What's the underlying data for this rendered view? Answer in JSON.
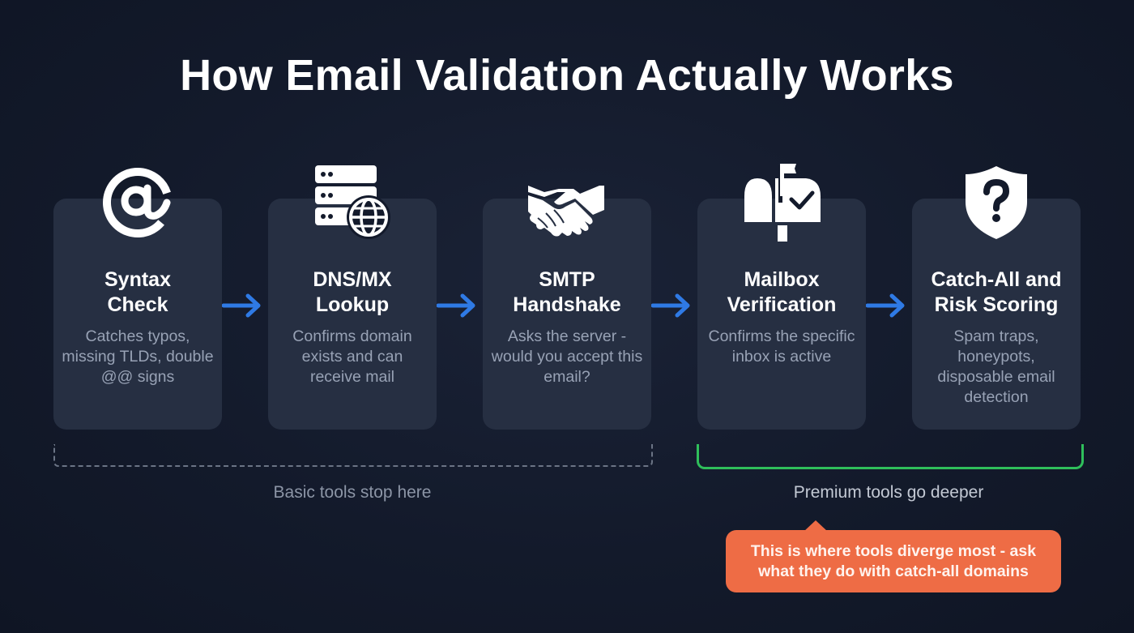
{
  "title": "How Email Validation Actually Works",
  "steps": [
    {
      "icon": "at-sign-icon",
      "title_line1": "Syntax",
      "title_line2": "Check",
      "desc": "Catches typos, missing TLDs, double @@ signs"
    },
    {
      "icon": "server-globe-icon",
      "title_line1": "DNS/MX",
      "title_line2": "Lookup",
      "desc": "Confirms domain exists and can receive mail"
    },
    {
      "icon": "handshake-icon",
      "title_line1": "SMTP",
      "title_line2": "Handshake",
      "desc": "Asks the server - would you accept this email?"
    },
    {
      "icon": "mailbox-check-icon",
      "title_line1": "Mailbox",
      "title_line2": "Verification",
      "desc": "Confirms the specific inbox is active"
    },
    {
      "icon": "shield-question-icon",
      "title_line1": "Catch-All and",
      "title_line2": "Risk Scoring",
      "desc": "Spam traps, honeypots, disposable email detection"
    }
  ],
  "groups": {
    "basic": {
      "label": "Basic tools stop here",
      "color": "#6b7485"
    },
    "premium": {
      "label": "Premium tools go deeper",
      "color": "#2fbf5b"
    }
  },
  "callout": {
    "text": "This is where tools diverge most - ask what they do with catch-all domains",
    "color": "#ee6c45"
  },
  "colors": {
    "background": "#131a2b",
    "card": "#262f42",
    "arrow": "#2f7ae5"
  }
}
